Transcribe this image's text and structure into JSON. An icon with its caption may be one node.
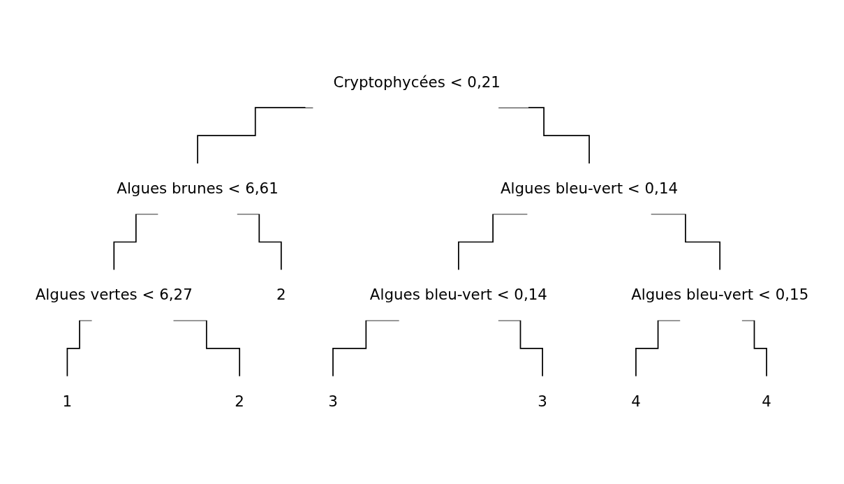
{
  "diagram": {
    "nodes": [
      {
        "text": [
          "Cryptophycées < 0,21"
        ]
      },
      {
        "text": [
          "Algues brunes < 6,61"
        ]
      },
      {
        "text": [
          "Algues vertes < 6,27"
        ]
      },
      {
        "text": [
          "1"
        ]
      },
      {
        "text": [
          "2"
        ]
      },
      {
        "text": [
          "2"
        ]
      },
      {
        "text": [
          "Algues bleu-vert < 0,14"
        ]
      },
      {
        "text": [
          "Algues bleu-vert < 0,14"
        ]
      },
      {
        "text": [
          "3"
        ]
      },
      {
        "text": [
          "3"
        ]
      },
      {
        "text": [
          "Algues bleu-vert < 0,15"
        ]
      },
      {
        "text": [
          "4"
        ]
      },
      {
        "text": [
          "4"
        ]
      }
    ],
    "edges": [
      {
        "from": 0,
        "to": 1,
        "arrow": "none"
      },
      {
        "from": 0,
        "to": 6,
        "arrow": "none"
      },
      {
        "from": 1,
        "to": 2,
        "arrow": "none"
      },
      {
        "from": 1,
        "to": 5,
        "arrow": "none"
      },
      {
        "from": 2,
        "to": 3,
        "arrow": "none"
      },
      {
        "from": 2,
        "to": 4,
        "arrow": "none"
      },
      {
        "from": 6,
        "to": 7,
        "arrow": "none"
      },
      {
        "from": 6,
        "to": 10,
        "arrow": "none"
      },
      {
        "from": 7,
        "to": 8,
        "arrow": "none"
      },
      {
        "from": 7,
        "to": 9,
        "arrow": "none"
      },
      {
        "from": 10,
        "to": 11,
        "arrow": "none"
      },
      {
        "from": 10,
        "to": 12,
        "arrow": "none"
      }
    ]
  }
}
